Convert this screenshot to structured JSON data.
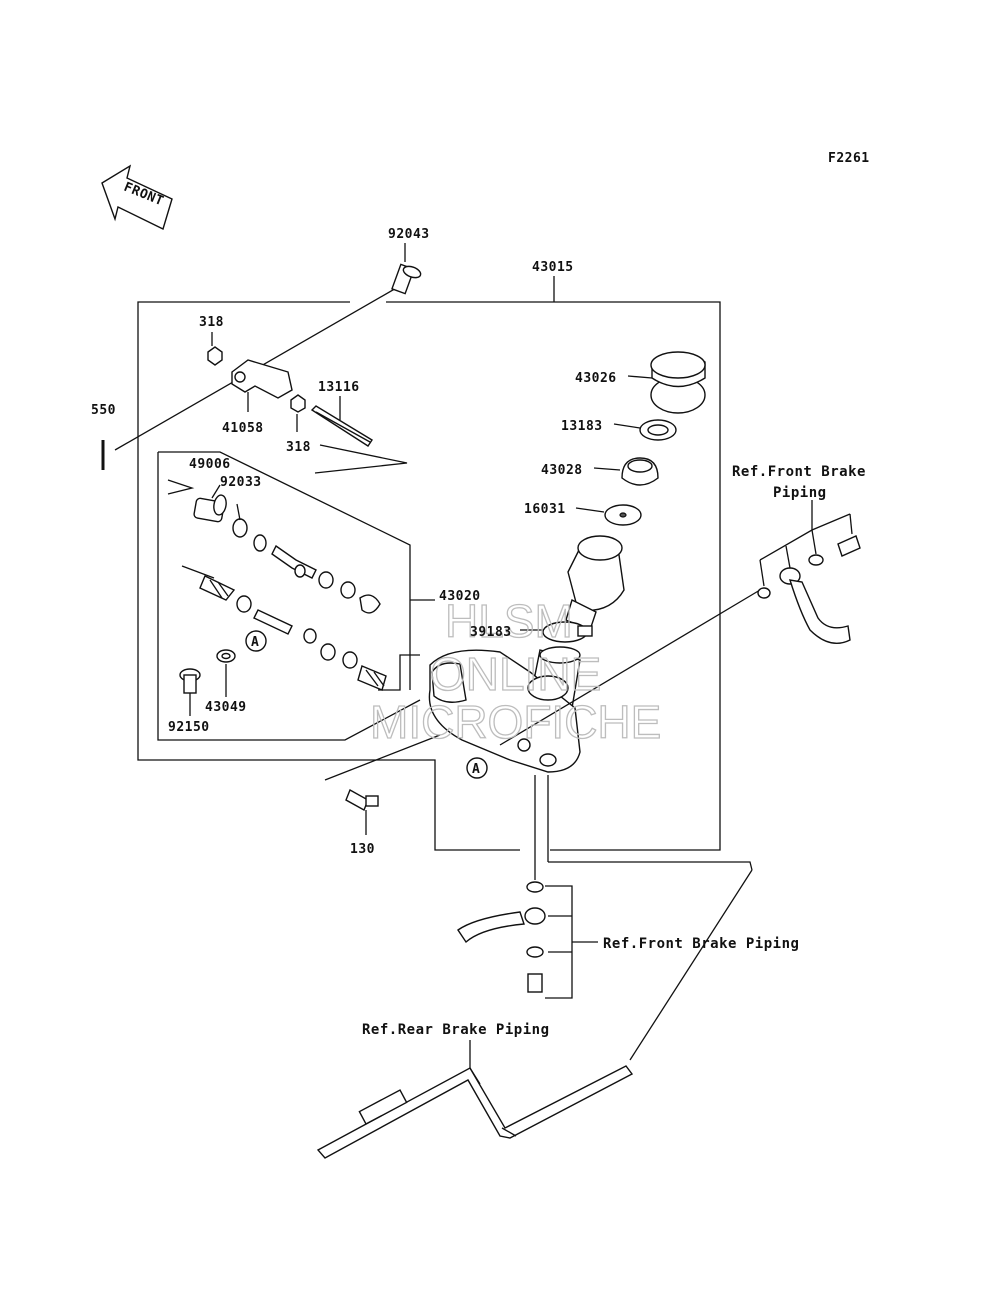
{
  "figure_code": "F2261",
  "front_arrow_label": "FRONT",
  "callouts": {
    "p92043": "92043",
    "p43015": "43015",
    "p318a": "318",
    "p318b": "318",
    "p550": "550",
    "p41058": "41058",
    "p13116": "13116",
    "p43026": "43026",
    "p13183": "13183",
    "p43028": "43028",
    "p16031": "16031",
    "p49006": "49006",
    "p92033": "92033",
    "p43020": "43020",
    "p39183": "39183",
    "p43049": "43049",
    "p92150": "92150",
    "p130": "130"
  },
  "markers": {
    "a1": "A",
    "a2": "A"
  },
  "references": {
    "front_brake_piping_top_line1": "Ref.Front Brake",
    "front_brake_piping_top_line2": "Piping",
    "front_brake_piping_mid": "Ref.Front Brake Piping",
    "rear_brake_piping": "Ref.Rear Brake Piping"
  },
  "watermark": {
    "line1": "HLSM",
    "line2": "ONLINE",
    "line3": "MICROFICHE"
  }
}
